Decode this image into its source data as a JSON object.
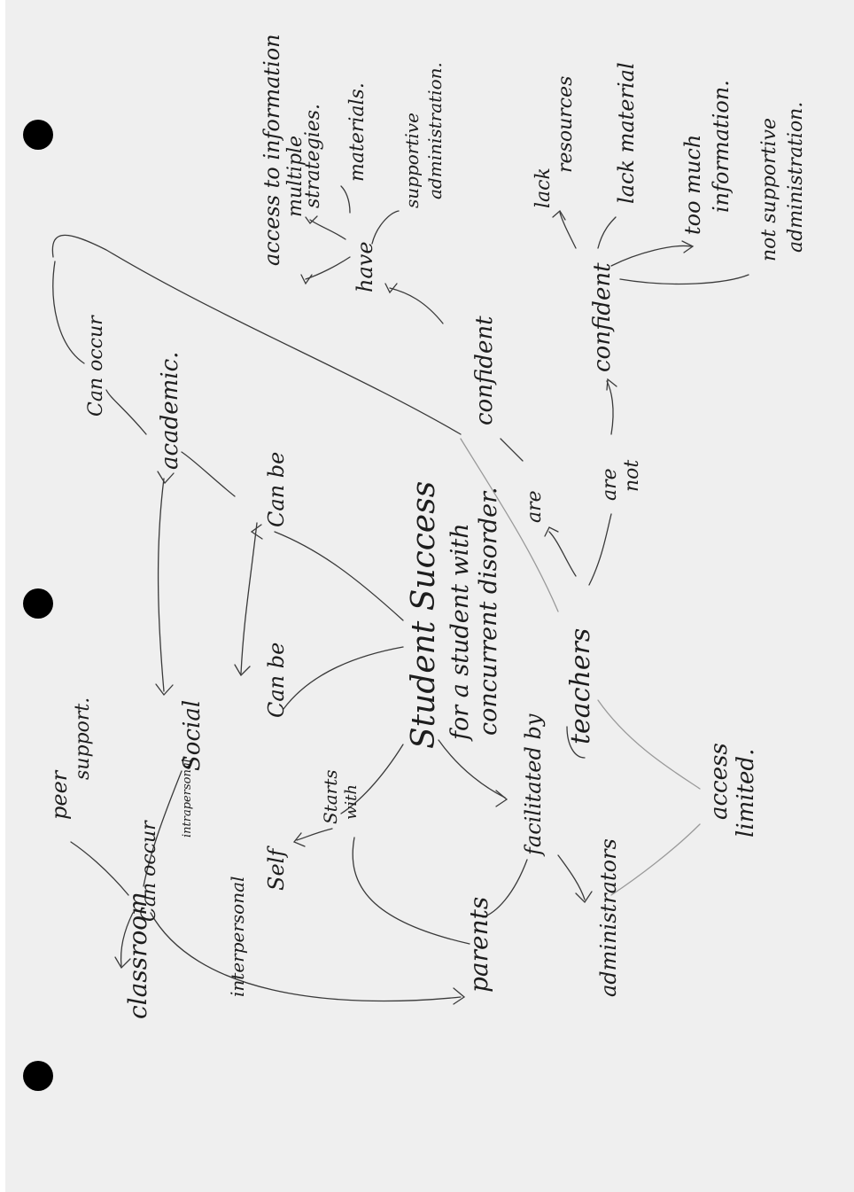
{
  "concepts": {
    "central": [
      "Student Success",
      "for a student with",
      "concurrent disorder."
    ],
    "can_be_top": "Can be",
    "can_be_bottom": "Can be",
    "academic": "academic.",
    "social": "Social",
    "can_occur_top": "Can occur",
    "can_occur_bottom": "Can occur",
    "peer_support": [
      "peer",
      "support."
    ],
    "classroom": "classroom",
    "interpersonal": "interpersonal",
    "intrapersonal": "intrapersonal",
    "self": "Self",
    "starts_with": [
      "Starts",
      "with"
    ],
    "parents": "parents",
    "facilitated_by": "facilitated by",
    "administrators": "administrators",
    "teachers": "teachers",
    "access_limited": [
      "access",
      "limited."
    ],
    "are": "are",
    "are_not": [
      "are",
      "not"
    ],
    "confident_top": "confident",
    "confident_bottom": "confident",
    "have": "have",
    "access_to_information": "access to information",
    "multiple_strategies": [
      "multiple",
      "strategies."
    ],
    "materials": "materials.",
    "supportive_admin": [
      "supportive",
      "administration."
    ],
    "lack_resources": [
      "lack",
      "resources"
    ],
    "lack_material": "lack material",
    "too_much_information": [
      "too much",
      "information."
    ],
    "not_supportive_admin": [
      "not supportive",
      "administration."
    ]
  }
}
